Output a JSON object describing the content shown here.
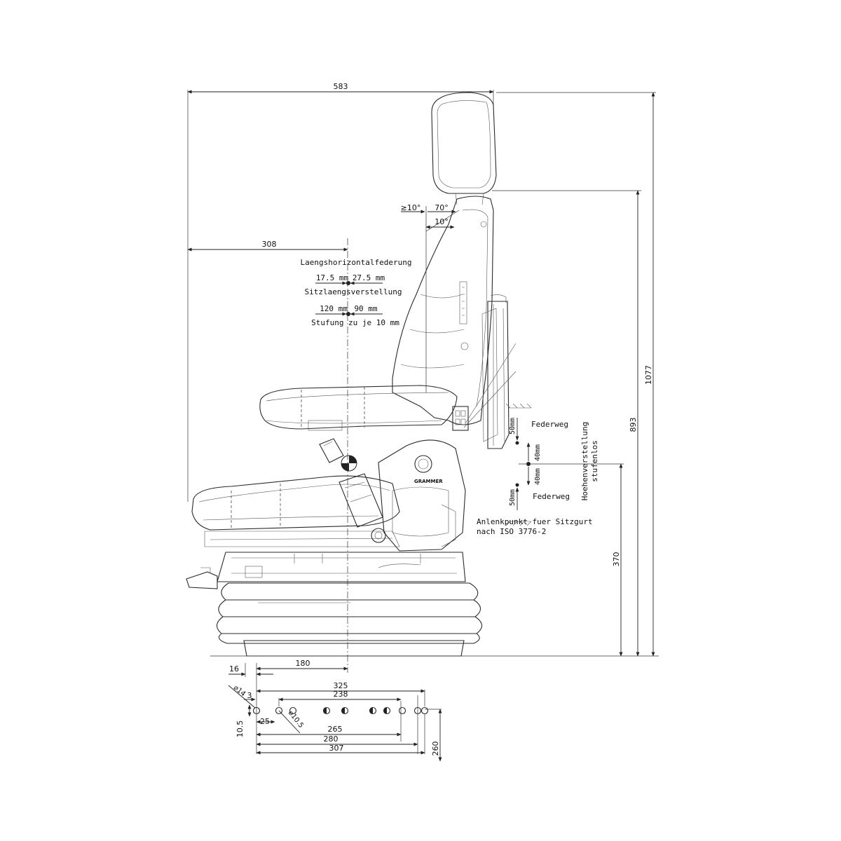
{
  "dimensions": {
    "overall_width": "583",
    "front_to_reference": "308",
    "total_height": "1077",
    "reference_height": "893",
    "base_height": "370",
    "offset_16": "16",
    "offset_180": "180",
    "hole_325": "325",
    "hole_238": "238",
    "hole_265": "265",
    "hole_280": "280",
    "hole_307": "307",
    "hole_260": "260",
    "dia_14": "⌀14",
    "dim_3": "3",
    "dim_25": "25",
    "dim_10_5": "10.5",
    "dia_10_5": "⌀10.5"
  },
  "backrest": {
    "angle_min": "≥10°",
    "angle_max": "70°",
    "angle_step": "10°"
  },
  "labels": {
    "longitudinal_suspension": "Laengshorizontalfederung",
    "suspension_back": "17.5 mm",
    "suspension_fwd": "27.5 mm",
    "seat_adjust": "Sitzlaengsverstellung",
    "adjust_back": "120 mm",
    "adjust_fwd": "90 mm",
    "adjust_steps": "Stufung zu je 10 mm",
    "travel_top": "Federweg",
    "travel_bottom": "Federweg",
    "travel_top_mm": "50mm",
    "travel_bottom_mm": "50mm",
    "height_up_mm": "40mm",
    "height_down_mm": "40mm",
    "height_adjust_line1": "Hoehenverstellung",
    "height_adjust_line2": "stufenlos",
    "belt_anchor_line1": "Anlenkpunkt fuer Sitzgurt",
    "belt_anchor_line2": "nach ISO 3776-2",
    "brand": "GRAMMER"
  },
  "colors": {
    "line": "#222222",
    "background": "#ffffff"
  }
}
